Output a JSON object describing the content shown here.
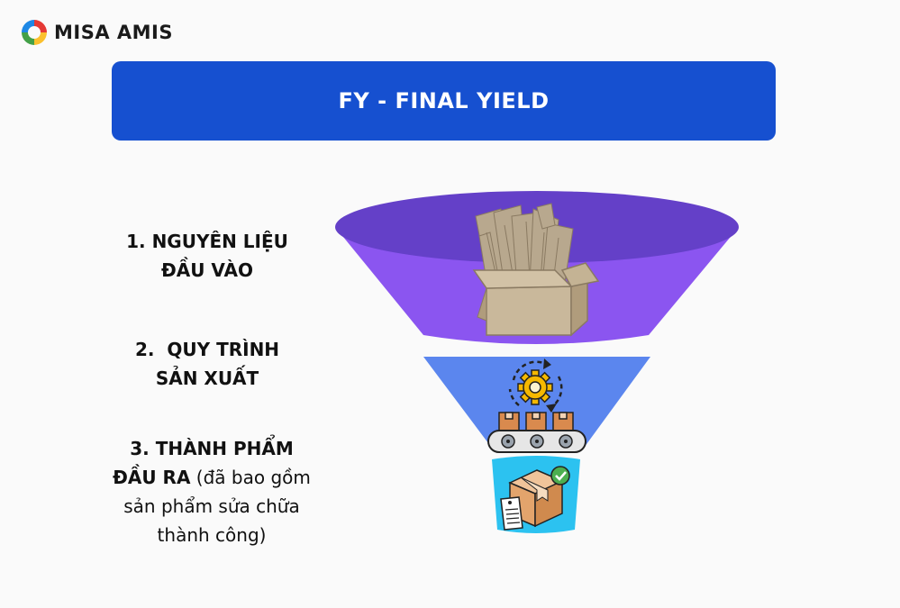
{
  "brand": {
    "name": "MISA AMIS",
    "colors": [
      "#e53935",
      "#fbc02d",
      "#43a047",
      "#1e88e5"
    ]
  },
  "banner": {
    "title": "FY - FINAL YIELD",
    "color": "#1650d0"
  },
  "stages": [
    {
      "line1": "1. NGUYÊN LIỆU",
      "line2": "ĐẦU VÀO",
      "color": "#8b55f0",
      "icon": "raw-material-box-icon"
    },
    {
      "line1": "2.  QUY TRÌNH",
      "line2": "SẢN XUẤT",
      "color": "#5b86ee",
      "icon": "production-conveyor-icon"
    },
    {
      "line1_bold": "3. THÀNH PHẨM",
      "line2_bold": "ĐẦU RA",
      "line2_rest": " (đã bao gồm",
      "line3": "sản phẩm sửa chữa",
      "line4": "thành công)",
      "color": "#2cc2f0",
      "icon": "finished-product-box-icon"
    }
  ]
}
